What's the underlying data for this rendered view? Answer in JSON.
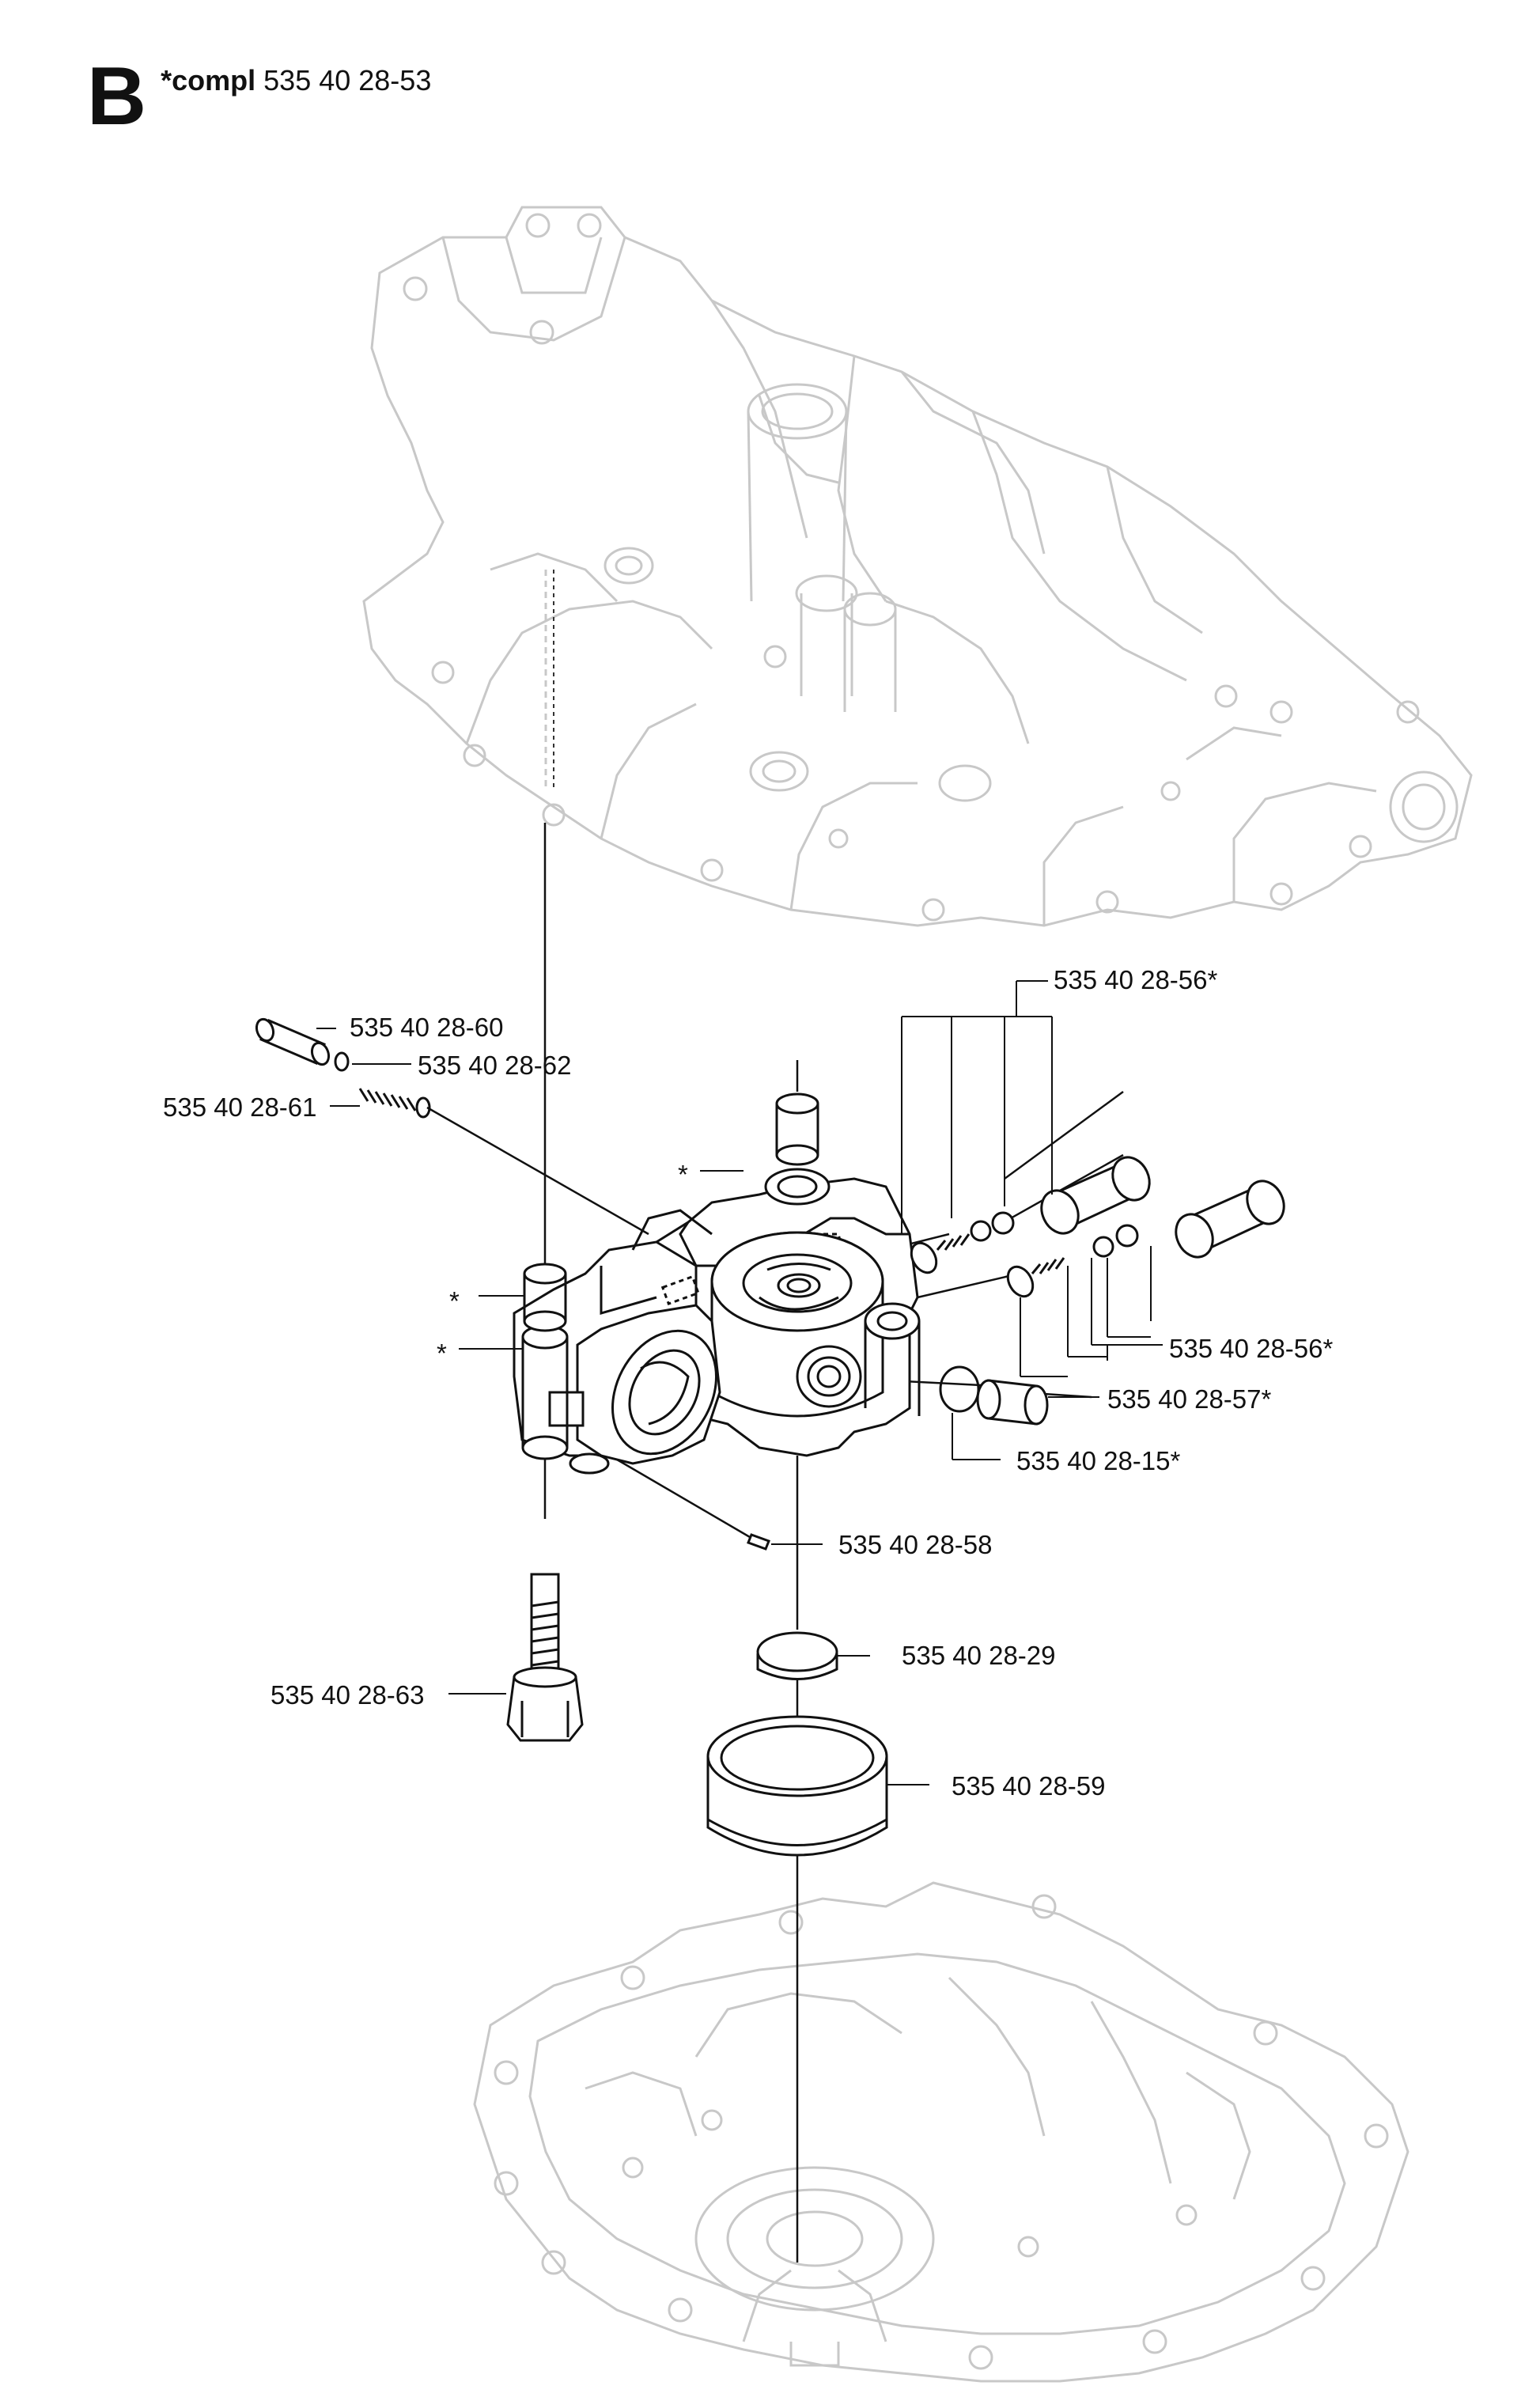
{
  "section": {
    "letter": "B",
    "compl_label": "*compl",
    "compl_number": "535 40 28-53"
  },
  "callouts": [
    {
      "id": "c60",
      "text": "535 40 28-60"
    },
    {
      "id": "c62",
      "text": "535 40 28-62"
    },
    {
      "id": "c61",
      "text": "535 40 28-61"
    },
    {
      "id": "c56a",
      "text": "535 40 28-56*"
    },
    {
      "id": "c56b",
      "text": "535 40 28-56*"
    },
    {
      "id": "c57",
      "text": "535 40 28-57*"
    },
    {
      "id": "c15",
      "text": "535 40 28-15*"
    },
    {
      "id": "c58",
      "text": "535 40 28-58"
    },
    {
      "id": "c29",
      "text": "535 40 28-29"
    },
    {
      "id": "c63",
      "text": "535 40 28-63"
    },
    {
      "id": "c59",
      "text": "535 40 28-59"
    }
  ],
  "stars": [
    "*",
    "*",
    "*"
  ],
  "colors": {
    "ink": "#111111",
    "ghost": "#c8c8c8"
  }
}
